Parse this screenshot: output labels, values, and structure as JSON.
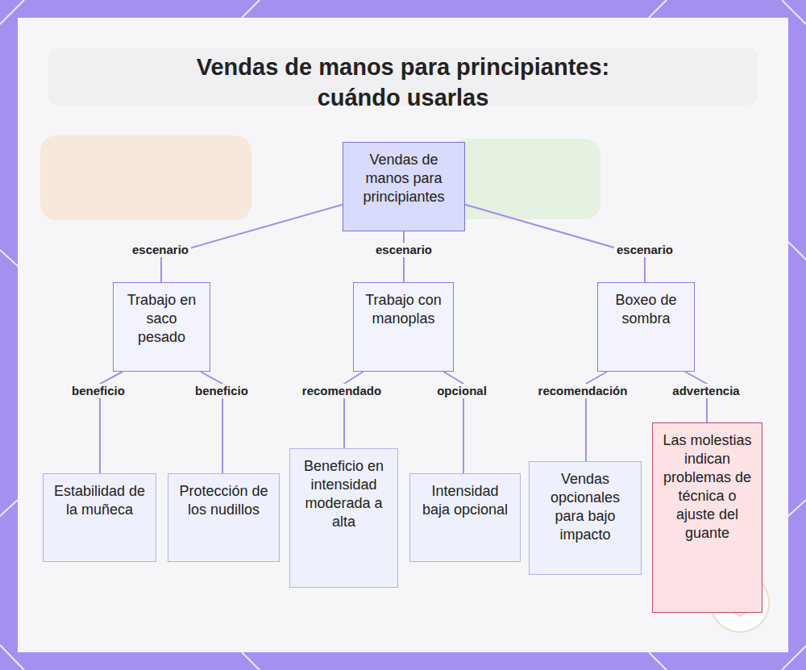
{
  "diagram": {
    "title": "Vendas de manos para principiantes: cuándo usarlas",
    "nodes": [
      {
        "text": [
          "Vendas de manos para principiantes"
        ]
      },
      {
        "text": [
          "Trabajo en saco pesado"
        ]
      },
      {
        "text": [
          "Trabajo con manoplas"
        ]
      },
      {
        "text": [
          "Boxeo de sombra"
        ]
      },
      {
        "text": [
          "Estabilidad de la muñeca"
        ]
      },
      {
        "text": [
          "Protección de los nudillos"
        ]
      },
      {
        "text": [
          "Beneficio en intensidad moderada a alta"
        ]
      },
      {
        "text": [
          "Intensidad baja opcional"
        ]
      },
      {
        "text": [
          "Vendas opcionales para bajo impacto"
        ]
      },
      {
        "text": [
          "Las molestias indican problemas de técnica o ajuste del guante"
        ]
      }
    ],
    "edges": [
      {
        "from": 0,
        "to": 1,
        "label": "escenario",
        "arrow": "none"
      },
      {
        "from": 0,
        "to": 2,
        "label": "escenario",
        "arrow": "none"
      },
      {
        "from": 0,
        "to": 3,
        "label": "escenario",
        "arrow": "none"
      },
      {
        "from": 1,
        "to": 4,
        "label": "beneficio",
        "arrow": "none"
      },
      {
        "from": 1,
        "to": 5,
        "label": "beneficio",
        "arrow": "none"
      },
      {
        "from": 2,
        "to": 6,
        "label": "recomendado",
        "arrow": "none"
      },
      {
        "from": 2,
        "to": 7,
        "label": "opcional",
        "arrow": "none"
      },
      {
        "from": 3,
        "to": 8,
        "label": "recomendación",
        "arrow": "none"
      },
      {
        "from": 3,
        "to": 9,
        "label": "advertencia",
        "arrow": "none"
      }
    ]
  }
}
